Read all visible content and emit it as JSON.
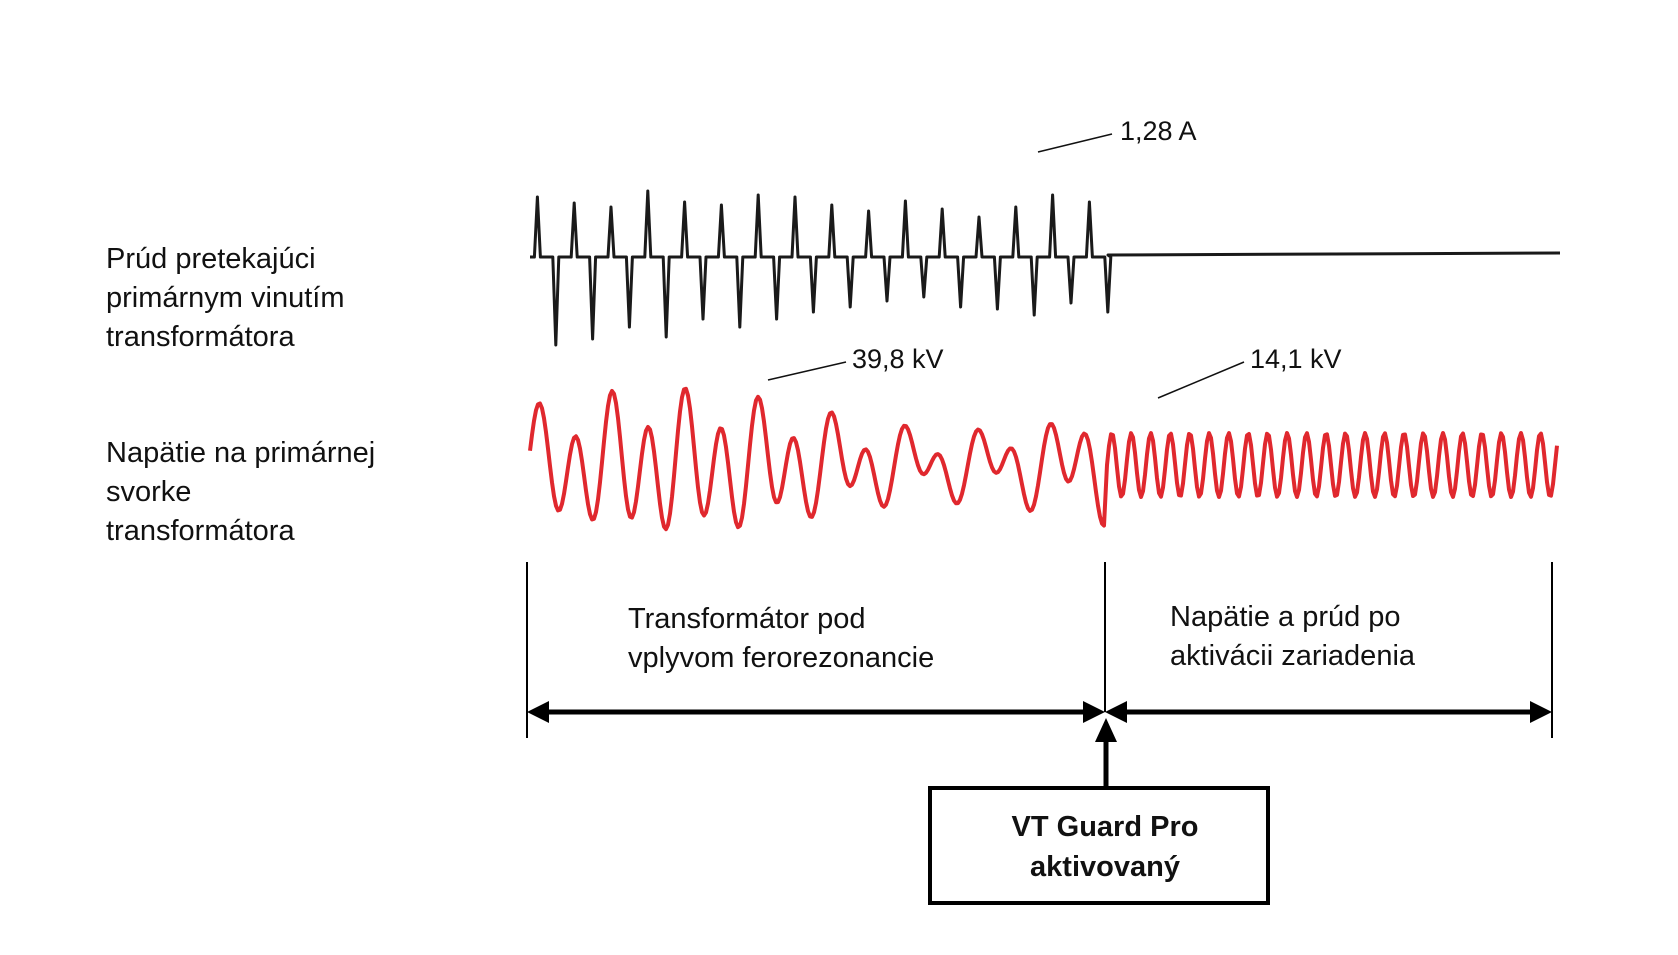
{
  "labels": {
    "current_line1": "Prúd pretekajúci",
    "current_line2": "primárnym vinutím",
    "current_line3": "transformátora",
    "voltage_line1": "Napätie na primárnej",
    "voltage_line2": "svorke",
    "voltage_line3": "transformátora"
  },
  "annotations": {
    "current_peak": "1,28 A",
    "voltage_peak": "39,8 kV",
    "voltage_after": "14,1 kV"
  },
  "phases": {
    "before_line1": "Transformátor pod",
    "before_line2": "vplyvom ferorezonancie",
    "after_line1": "Napätie a prúd po",
    "after_line2": "aktivácii zariadenia"
  },
  "device": {
    "line1": "VT Guard Pro",
    "line2": "aktivovaný"
  },
  "colors": {
    "current_trace": "#1a1a1a",
    "voltage_trace": "#e0282e",
    "lines": "#000000"
  }
}
